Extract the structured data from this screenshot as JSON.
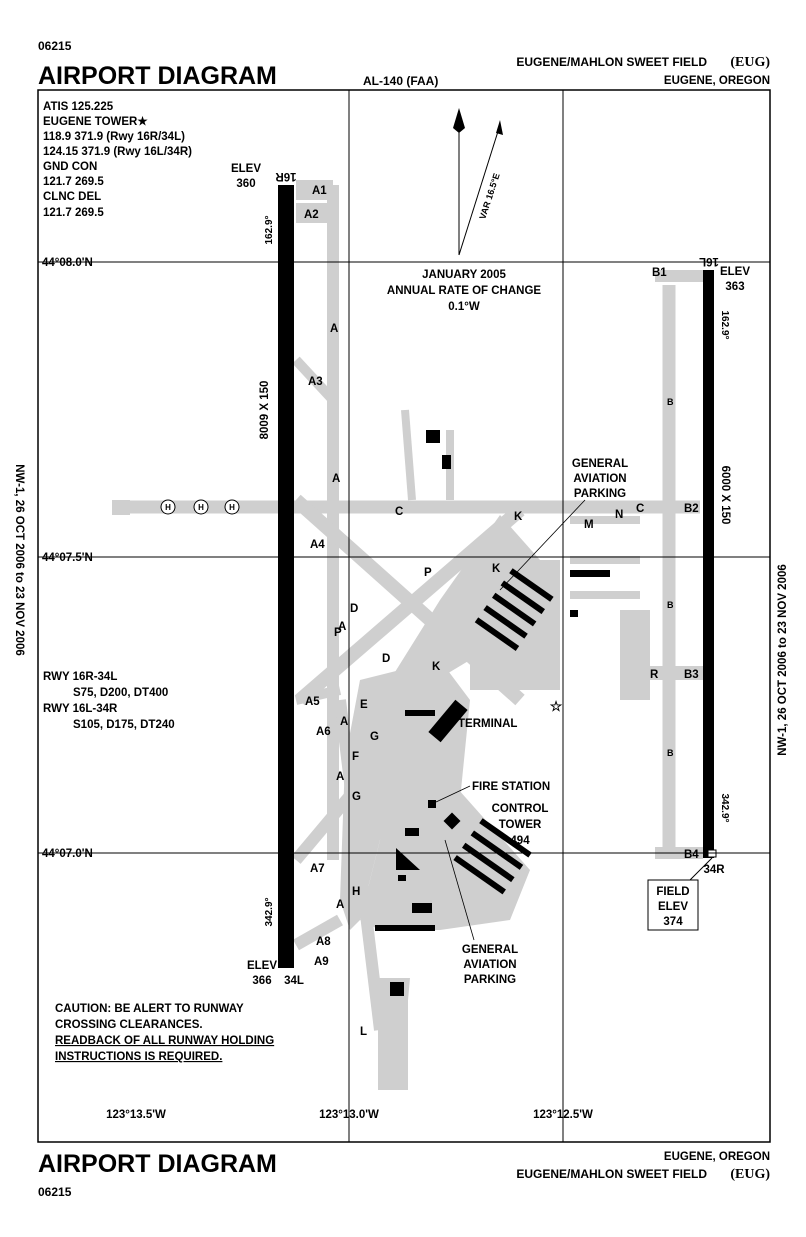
{
  "header": {
    "doc_number": "06215",
    "title": "AIRPORT DIAGRAM",
    "airport_name": "EUGENE/MAHLON SWEET FIELD",
    "airport_code": "(EUG)",
    "city_state": "EUGENE, OREGON",
    "procedure_id": "AL-140 (FAA)"
  },
  "footer": {
    "doc_number": "06215",
    "title": "AIRPORT DIAGRAM",
    "airport_name": "EUGENE/MAHLON SWEET FIELD",
    "airport_code": "(EUG)",
    "city_state": "EUGENE, OREGON"
  },
  "frequencies": [
    "ATIS  125.225",
    "EUGENE TOWER★",
    "118.9  371.9 (Rwy 16R/34L)",
    "124.15  371.9 (Rwy 16L/34R)",
    "GND CON",
    "121.7 269.5",
    "CLNC DEL",
    "121.7 269.5"
  ],
  "validity": "NW-1, 26 OCT 2006 to 23 NOV 2006",
  "magnetic": {
    "variation": "VAR 16.5°E",
    "date": "JANUARY 2005",
    "rate_label": "ANNUAL RATE OF CHANGE",
    "rate": "0.1°W"
  },
  "latitudes": [
    "44°08.0'N",
    "44°07.5'N",
    "44°07.0'N"
  ],
  "longitudes": [
    "123°13.5'W",
    "123°13.0'W",
    "123°12.5'W"
  ],
  "runways": {
    "left": {
      "north_id": "16R",
      "south_id": "34L",
      "dims": "8009 X 150",
      "north_elev_label": "ELEV",
      "north_elev": "360",
      "south_elev_label": "ELEV",
      "south_elev": "366",
      "north_heading": "162.9°",
      "south_heading": "342.9°"
    },
    "right": {
      "north_id": "16L",
      "south_id": "34R",
      "dims": "6000 X 150",
      "north_elev_label": "ELEV",
      "north_elev": "363",
      "north_heading": "162.9°",
      "south_heading": "342.9°"
    }
  },
  "strength": [
    "RWY 16R-34L",
    "S75, D200, DT400",
    "RWY 16L-34R",
    "S105, D175, DT240"
  ],
  "field_elev": [
    "FIELD",
    "ELEV",
    "374"
  ],
  "caution": [
    "CAUTION: BE ALERT TO RUNWAY",
    "CROSSING CLEARANCES.",
    "READBACK OF ALL RUNWAY HOLDING",
    "INSTRUCTIONS IS REQUIRED."
  ],
  "facilities": {
    "ga_parking_1": [
      "GENERAL",
      "AVIATION",
      "PARKING"
    ],
    "ga_parking_2": [
      "GENERAL",
      "AVIATION",
      "PARKING"
    ],
    "terminal": "TERMINAL",
    "fire_station": "FIRE STATION",
    "control_tower": [
      "CONTROL",
      "TOWER",
      "494"
    ],
    "helipad": "H"
  },
  "taxiways": {
    "A1": "A1",
    "A2": "A2",
    "A3": "A3",
    "A4": "A4",
    "A5": "A5",
    "A6": "A6",
    "A7": "A7",
    "A8": "A8",
    "A9": "A9",
    "B1": "B1",
    "B2": "B2",
    "B3": "B3",
    "B4": "B4",
    "A": "A",
    "B": "B",
    "C": "C",
    "D": "D",
    "E": "E",
    "F": "F",
    "G": "G",
    "H": "H",
    "K": "K",
    "L": "L",
    "M": "M",
    "N": "N",
    "P": "P",
    "R": "R"
  }
}
